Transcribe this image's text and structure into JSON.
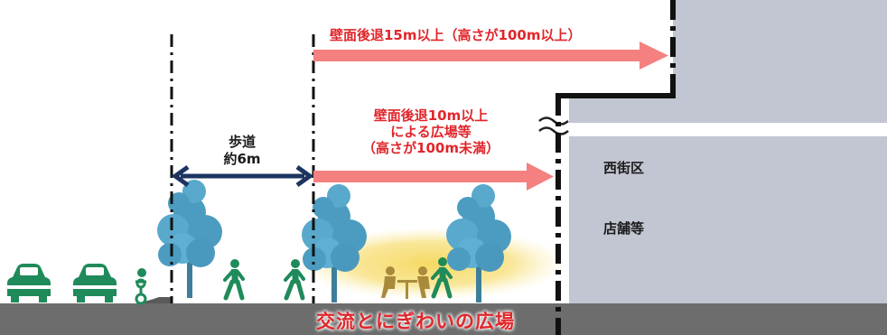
{
  "labels": {
    "setback_upper": "壁面後退15m以上（高さが100m以上）",
    "setback_lower_line1": "壁面後退10m以上",
    "setback_lower_line2": "による広場等",
    "setback_lower_line3": "（高さが100m未満）",
    "sidewalk_line1": "歩道",
    "sidewalk_line2": "約6m",
    "district": "西街区",
    "shops": "店舗等",
    "plaza": "交流とにぎわいの広場"
  },
  "colors": {
    "arrow_red": "#f48080",
    "label_red": "#e0262b",
    "arrow_navy": "#1d3461",
    "tree_blue": "#4b9cc0",
    "people_green": "#1f8a5a",
    "plaza_glow": "#f5d75a",
    "building": "#c2c6d2",
    "ground": "#6d6d6d"
  },
  "icons": [
    "car-icon",
    "bicycle-icon",
    "pedestrian-icon",
    "tree-icon",
    "cafe-table-icon",
    "break-mark-icon"
  ]
}
